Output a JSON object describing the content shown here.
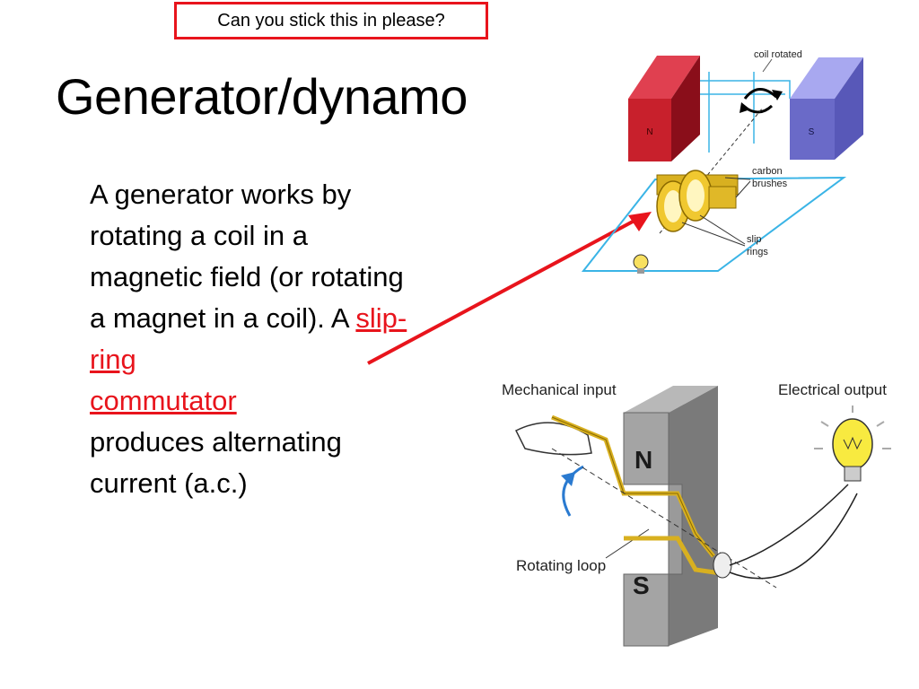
{
  "note": {
    "text": "Can you stick this in please?"
  },
  "slide": {
    "title": "Generator/dynamo",
    "body_before": "A generator works by rotating a coil in a magnetic field (or rotating a magnet in a coil). A ",
    "link_text_1": "slip-ring",
    "link_text_2": "commutator",
    "body_after": "produces alternating current (a.c.)"
  },
  "diagram_top": {
    "coil_rotated": "coil rotated",
    "pole_n": "N",
    "pole_s": "S",
    "carbon": "carbon",
    "brushes": "brushes",
    "slip": "slip",
    "rings": "rings"
  },
  "diagram_bottom": {
    "mechanical_input": "Mechanical input",
    "electrical_output": "Electrical output",
    "rotating_loop": "Rotating loop",
    "pole_n": "N",
    "pole_s": "S"
  },
  "colors": {
    "accent": "#e8141c",
    "circuit": "#3ab4e6",
    "magnet_n": "#c8202c",
    "magnet_s": "#6a6ac8",
    "gold": "#d8b020"
  }
}
